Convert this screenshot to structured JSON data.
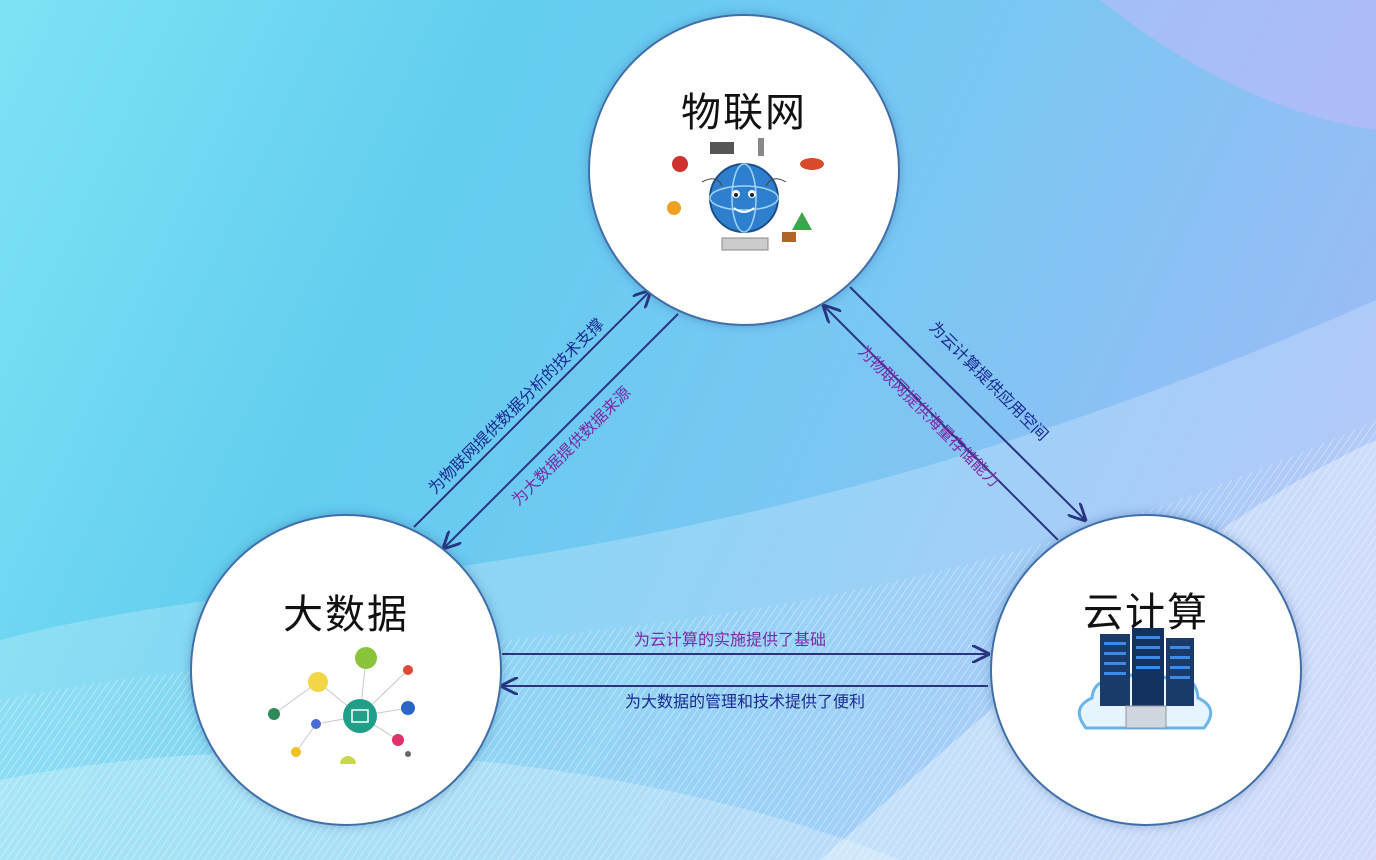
{
  "nodes": {
    "iot": {
      "title": "物联网",
      "icon": "iot-globe-icon"
    },
    "bigdata": {
      "title": "大数据",
      "icon": "data-network-icon"
    },
    "cloud": {
      "title": "云计算",
      "icon": "cloud-servers-icon"
    }
  },
  "links": {
    "bigdata_to_iot": "为物联网提供数据分析的技术支撑",
    "iot_to_bigdata": "为大数据提供数据来源",
    "iot_to_cloud": "为云计算提供应用空间",
    "cloud_to_iot": "为物联网提供海量存储能力",
    "cloud_to_bigdata_top": "为云计算的实施提供了基础",
    "cloud_to_bigdata_bottom": "为大数据的管理和技术提供了便利"
  },
  "colors": {
    "arrow": "#2a3480",
    "label_blue": "#1a2a90",
    "label_purple": "#7a2aa8",
    "node_border": "#3f6ea8"
  }
}
